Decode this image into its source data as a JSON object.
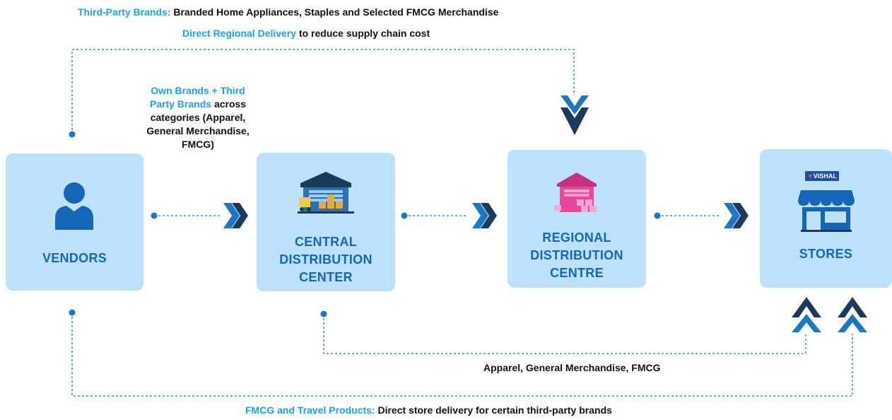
{
  "top": {
    "line1_highlight": "Third-Party Brands:",
    "line1_rest": "Branded Home Appliances, Staples and Selected FMCG Merchandise",
    "line2_highlight": "Direct Regional Delivery",
    "line2_rest": "to reduce supply chain cost"
  },
  "middle_label": {
    "highlight": "Own Brands + Third Party Brands",
    "rest": "across categories (Apparel, General Merchandise, FMCG)"
  },
  "nodes": {
    "vendors": "VENDORS",
    "central": "CENTRAL DISTRIBUTION CENTER",
    "regional": "REGIONAL DISTRIBUTION CENTRE",
    "stores": "STORES",
    "store_logo": "VISHAL"
  },
  "bottom": {
    "line1": "Apparel, General Merchandise, FMCG",
    "line2_highlight": "FMCG and Travel Products:",
    "line2_rest": "Direct store delivery for certain third-party brands"
  },
  "colors": {
    "box": "#bde1fb",
    "node_text": "#1566b8",
    "highlight": "#1aa3e6",
    "chevron_dark": "#1b3a5c",
    "chevron_blue": "#1b78c6",
    "connector": "#1b78c6",
    "warehouse_pink": "#e8479c"
  },
  "icons": [
    "person-icon",
    "warehouse-icon",
    "pink-warehouse-icon",
    "store-icon",
    "chevron-right-icon",
    "chevron-down-icon",
    "chevron-up-icon"
  ]
}
